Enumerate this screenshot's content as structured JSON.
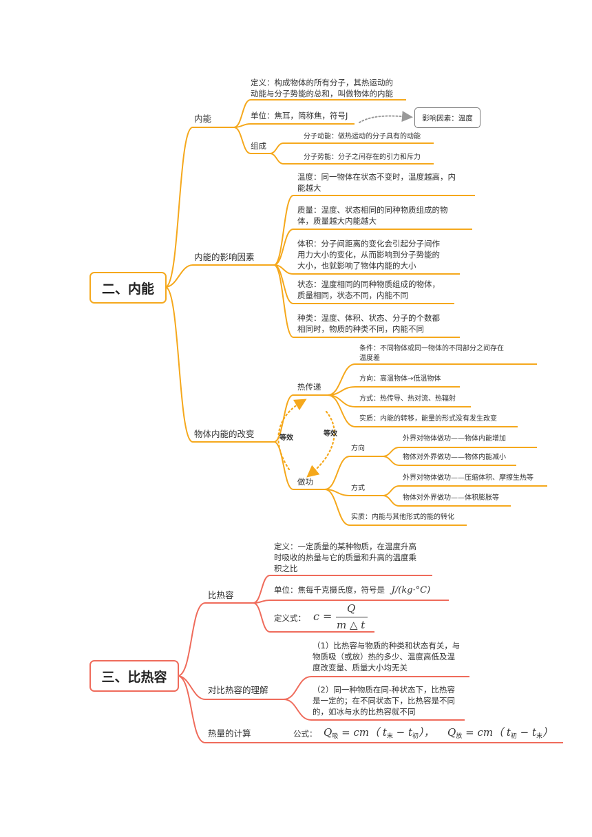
{
  "colors": {
    "orange": "#f5a81c",
    "red": "#ef6b5b",
    "gray": "#aaaaaa",
    "text": "#333333"
  },
  "section2": {
    "root": "二、内能",
    "b1": {
      "label": "内能",
      "definition_l1": "定义：构成物体的所有分子，其热运动的",
      "definition_l2": "动能与分子势能的总和，叫做物体的内能",
      "unit": "单位：焦耳，简称焦，符号J",
      "callout": "影响因素：温度",
      "composition": "组成",
      "comp_kinetic": "分子动能：做热运动的分子具有的动能",
      "comp_potential": "分子势能：分子之间存在的引力和斥力"
    },
    "b2": {
      "label": "内能的影响因素",
      "temp_l1": "温度：同一物体在状态不变时，温度越高，内",
      "temp_l2": "能越大",
      "mass_l1": "质量：温度、状态相同的同种物质组成的物",
      "mass_l2": "体，质量越大内能越大",
      "vol_l1": "体积：分子间距离的变化会引起分子间作",
      "vol_l2": "用力大小的变化，从而影响到分子势能的",
      "vol_l3": "大小，也就影响了物体内能的大小",
      "state_l1": "状态：温度相同的同种物质组成的物体，",
      "state_l2": "质量相同，状态不同，内能不同",
      "kind_l1": "种类：温度、体积、状态、分子的个数都",
      "kind_l2": "相同时，物质的种类不同，内能不同"
    },
    "b3": {
      "label": "物体内能的改变",
      "heat": "热传递",
      "heat_cond_l1": "条件：不同物体或同一物体的不同部分之间存在",
      "heat_cond_l2": "温度差",
      "heat_dir": "方向：高温物体→低温物体",
      "heat_way": "方式：热传导、热对流、热辐射",
      "heat_essence": "实质：内能的转移，能量的形式没有发生改变",
      "work": "做功",
      "equiv_left": "等效",
      "equiv_right": "等效",
      "work_dir": "方向",
      "work_dir1": "外界对物体做功——物体内能增加",
      "work_dir2": "物体对外界做功——物体内能减小",
      "work_way": "方式",
      "work_way1": "外界对物体做功——压缩体积、摩擦生热等",
      "work_way2": "物体对外界做功——体积膨胀等",
      "work_essence": "实质：内能与其他形式的能的转化"
    }
  },
  "section3": {
    "root": "三、比热容",
    "b1": {
      "label": "比热容",
      "def_l1": "定义：一定质量的某种物质，在温度升高",
      "def_l2": "时吸收的热量与它的质量和升高的温度乘",
      "def_l3": "积之比",
      "unit_text": "单位：焦每千克摄氏度，符号是",
      "unit_sym": "J/(kg·°C)",
      "formula_label": "定义式：",
      "formula_lhs": "c =",
      "formula_num": "Q",
      "formula_den": "m △ t"
    },
    "b2": {
      "label": "对比热容的理解",
      "p1_l1": "（1）比热容与物质的种类和状态有关，与",
      "p1_l2": "物质吸（或放）热的多少、温度高低及温",
      "p1_l3": "度改变量、质量大小均无关",
      "p2_l1": "（2）同一种物质在同-种状态下，比热容",
      "p2_l2": "是一定的；在不同状态下，比热容是不同",
      "p2_l3": "的，如冰与水的比热容就不同"
    },
    "b3": {
      "label": "热量的计算",
      "formula_label": "公式：",
      "f1_Q": "Q",
      "f1_sub": "吸",
      "f1_mid": "= cm（ t",
      "f1_s1": "末",
      "f1_minus": "− t",
      "f1_s2": "初",
      "f1_end": "），",
      "f2_Q": "Q",
      "f2_sub": "放",
      "f2_mid": "= cm（ t",
      "f2_s1": "初",
      "f2_minus": "− t",
      "f2_s2": "末",
      "f2_end": "）"
    }
  }
}
